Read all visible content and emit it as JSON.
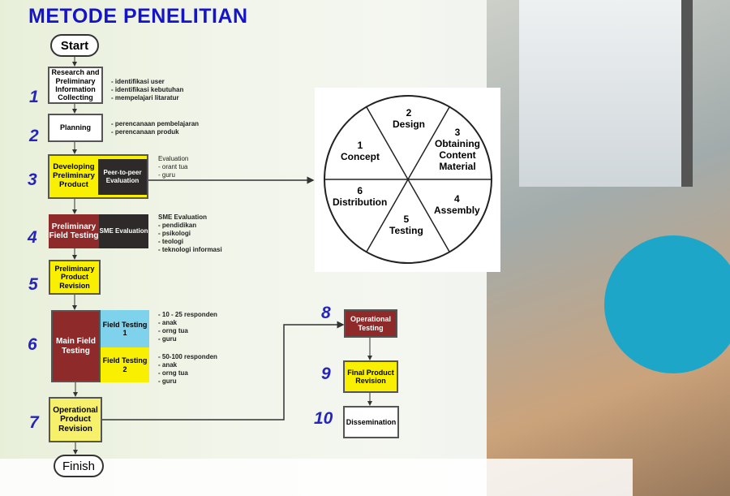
{
  "title": "METODE PENELITIAN",
  "start": "Start",
  "finish": "Finish",
  "steps": [
    {
      "num": "1",
      "label": "Research and Preliminary Information Collecting",
      "notes": [
        "- identifikasi user",
        "- identifikasi kebutuhan",
        "- mempelajari litaratur"
      ]
    },
    {
      "num": "2",
      "label": "Planning",
      "notes": [
        "- perencanaan pembelajaran",
        "- perencanaan produk"
      ]
    },
    {
      "num": "3",
      "label": "Developing Preliminary Product",
      "sub": "Peer-to-peer Evaluation",
      "notes": [
        "Evaluation",
        "- orant tua",
        "- guru"
      ]
    },
    {
      "num": "4",
      "label": "Preliminary Field Testing",
      "sub": "SME Evaluation",
      "notes": [
        "SME Evaluation",
        "- pendidikan",
        "- psikologi",
        "- teologi",
        "- teknologi informasi"
      ]
    },
    {
      "num": "5",
      "label": "Preliminary Product Revision"
    },
    {
      "num": "6",
      "label": "Main Field Testing",
      "sub1": "Field Testing 1",
      "sub2": "Field Testing 2",
      "notes1": [
        "- 10 - 25 responden",
        "- anak",
        "- orng tua",
        "- guru"
      ],
      "notes2": [
        "- 50-100 responden",
        "- anak",
        "- orng tua",
        "- guru"
      ]
    },
    {
      "num": "7",
      "label": "Operational Product Revision"
    },
    {
      "num": "8",
      "label": "Operational Testing"
    },
    {
      "num": "9",
      "label": "Final Product Revision"
    },
    {
      "num": "10",
      "label": "Dissemination"
    }
  ],
  "cycle": [
    {
      "n": "1",
      "label": "Concept"
    },
    {
      "n": "2",
      "label": "Design"
    },
    {
      "n": "3",
      "label": "Obtaining Content Material"
    },
    {
      "n": "4",
      "label": "Assembly"
    },
    {
      "n": "5",
      "label": "Testing"
    },
    {
      "n": "6",
      "label": "Distribution"
    }
  ],
  "colors": {
    "title": "#1414c8",
    "red": "#8e2a2a",
    "yellow": "#f8f000"
  }
}
